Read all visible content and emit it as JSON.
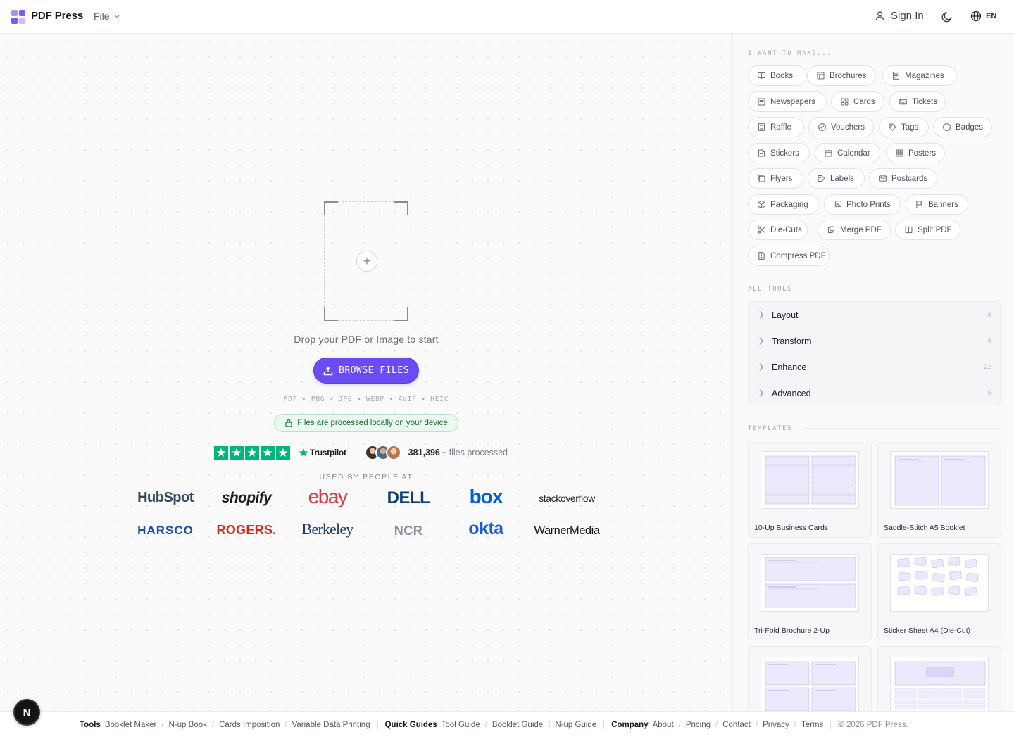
{
  "app": {
    "brand": "PDF Press",
    "file_menu_label": "File"
  },
  "header": {
    "sign_in_label": "Sign In",
    "language": "EN"
  },
  "upload": {
    "drop_text": "Drop your PDF or Image to start",
    "browse_label": "BROWSE FILES",
    "formats": "PDF • PNG • JPG • WEBP • AVIF • HEIC",
    "local_note": "Files are processed locally on your device"
  },
  "social_proof": {
    "trustpilot_label": "Trustpilot",
    "rating_stars": 5,
    "files_count": "381,396",
    "files_suffix": "+ files processed",
    "used_by_label": "USED BY PEOPLE AT",
    "companies": [
      "HubSpot",
      "shopify",
      "ebay",
      "DELL",
      "box",
      "stackoverflow",
      "HARSCO",
      "ROGERS.",
      "Berkeley",
      "NCR",
      "okta",
      "WarnerMedia"
    ]
  },
  "sidebar": {
    "make_label": "I WANT TO MAKE...",
    "make_items": [
      {
        "label": "Books",
        "icon": "book-icon"
      },
      {
        "label": "Brochures",
        "icon": "brochure-icon"
      },
      {
        "label": "Magazines",
        "icon": "magazine-icon"
      },
      {
        "label": "Newspapers",
        "icon": "newspaper-icon"
      },
      {
        "label": "Cards",
        "icon": "grid-icon"
      },
      {
        "label": "Tickets",
        "icon": "ticket-icon"
      },
      {
        "label": "Raffle",
        "icon": "raffle-icon"
      },
      {
        "label": "Vouchers",
        "icon": "voucher-icon"
      },
      {
        "label": "Tags",
        "icon": "tag-icon"
      },
      {
        "label": "Badges",
        "icon": "badge-icon"
      },
      {
        "label": "Stickers",
        "icon": "sticker-icon"
      },
      {
        "label": "Calendar",
        "icon": "calendar-icon"
      },
      {
        "label": "Posters",
        "icon": "poster-icon"
      },
      {
        "label": "Flyers",
        "icon": "flyer-icon"
      },
      {
        "label": "Labels",
        "icon": "label-icon"
      },
      {
        "label": "Postcards",
        "icon": "mail-icon"
      },
      {
        "label": "Packaging",
        "icon": "package-icon"
      },
      {
        "label": "Photo Prints",
        "icon": "photo-icon"
      },
      {
        "label": "Banners",
        "icon": "flag-icon"
      },
      {
        "label": "Die-Cuts",
        "icon": "scissors-icon"
      },
      {
        "label": "Merge PDF",
        "icon": "merge-icon"
      },
      {
        "label": "Split PDF",
        "icon": "split-icon"
      },
      {
        "label": "Compress PDF",
        "icon": "compress-icon"
      }
    ],
    "tools_label": "ALL TOOLS",
    "tools": [
      {
        "name": "Layout",
        "count": "6"
      },
      {
        "name": "Transform",
        "count": "8"
      },
      {
        "name": "Enhance",
        "count": "22"
      },
      {
        "name": "Advanced",
        "count": "6"
      }
    ],
    "templates_label": "TEMPLATES",
    "templates": [
      {
        "name": "10-Up Business Cards"
      },
      {
        "name": "Saddle-Stitch A5 Booklet"
      },
      {
        "name": "Tri-Fold Brochure 2-Up"
      },
      {
        "name": "Sticker Sheet A4 (Die-Cut)"
      },
      {
        "name": ""
      },
      {
        "name": ""
      }
    ]
  },
  "footer": {
    "groups": [
      {
        "title": "Tools",
        "links": [
          "Booklet Maker",
          "N-up Book",
          "Cards Imposition",
          "Variable Data Printing"
        ]
      },
      {
        "title": "Quick Guides",
        "links": [
          "Tool Guide",
          "Booklet Guide",
          "N-up Guide"
        ]
      },
      {
        "title": "Company",
        "links": [
          "About",
          "Pricing",
          "Contact",
          "Privacy",
          "Terms"
        ]
      }
    ],
    "copyright": "© 2026 PDF Press."
  },
  "dev_badge": "N",
  "colors": {
    "accent": "#6a4cf2",
    "trust_green": "#00b67a",
    "local_green": "#1e6b3a"
  }
}
